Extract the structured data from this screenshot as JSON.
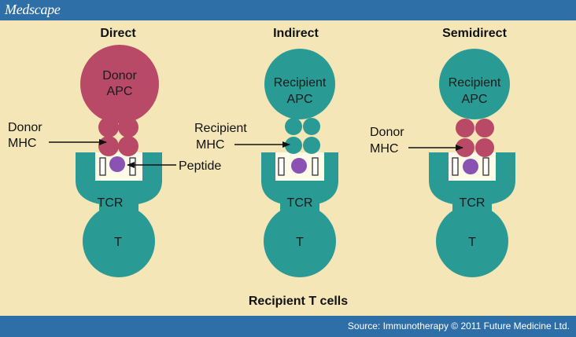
{
  "brand": "Medscape",
  "source": "Source: Immunotherapy © 2011 Future Medicine Ltd.",
  "caption": "Recipient T cells",
  "colors": {
    "background": "#f4e6b6",
    "bar": "#2f6fa8",
    "donor": "#b94a67",
    "recipient": "#2a9a95",
    "peptide": "#8a52b3",
    "slot": "#fffbe8"
  },
  "panels": [
    {
      "heading": "Direct",
      "apc_line1": "Donor",
      "apc_line2": "APC",
      "mhc_label1": "Donor",
      "mhc_label2": "MHC",
      "peptide_label": "Peptide",
      "tcr": "TCR",
      "t": "T"
    },
    {
      "heading": "Indirect",
      "apc_line1": "Recipient",
      "apc_line2": "APC",
      "mhc_label1": "Recipient",
      "mhc_label2": "MHC",
      "tcr": "TCR",
      "t": "T"
    },
    {
      "heading": "Semidirect",
      "apc_line1": "Recipient",
      "apc_line2": "APC",
      "mhc_label1": "Donor",
      "mhc_label2": "MHC",
      "tcr": "TCR",
      "t": "T"
    }
  ]
}
